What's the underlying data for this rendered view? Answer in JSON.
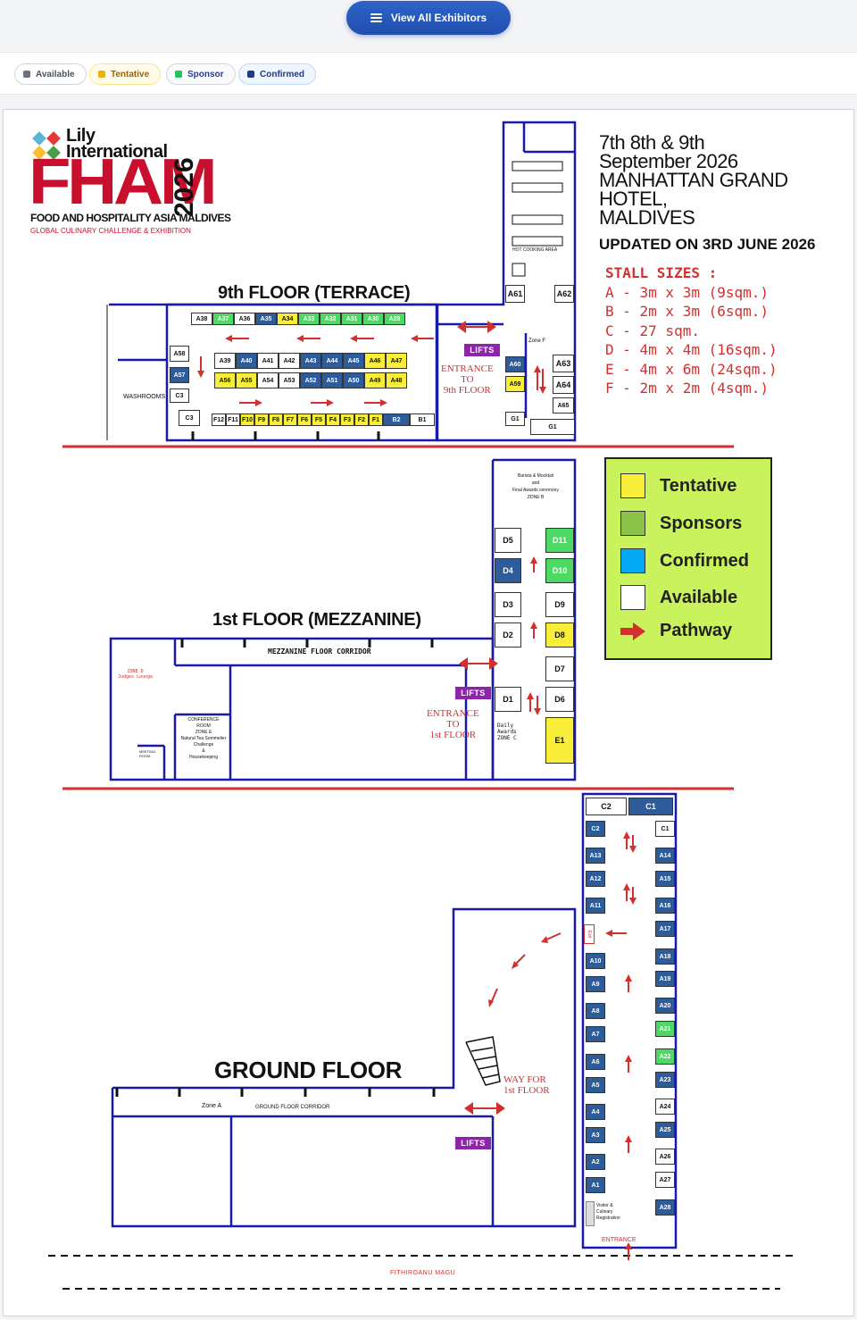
{
  "toolbar": {
    "view_all_label": "View All Exhibitors"
  },
  "legend_filters": [
    {
      "label": "Available",
      "color": "#6b7280"
    },
    {
      "label": "Tentative",
      "color": "#eab308"
    },
    {
      "label": "Sponsor",
      "color": "#22c55e"
    },
    {
      "label": "Confirmed",
      "color": "#1e3a8a"
    }
  ],
  "logo": {
    "brand": "Lily\nInternational",
    "name": "FHAM",
    "year": "2026",
    "subtitle": "FOOD AND HOSPITALITY ASIA MALDIVES",
    "tagline": "GLOBAL CULINARY CHALLENGE & EXHIBITION"
  },
  "event": {
    "dates": "7th 8th & 9th",
    "month": "September 2026",
    "venue_line1": "MANHATTAN GRAND HOTEL,",
    "venue_line2": "MALDIVES",
    "updated": "UPDATED ON 3RD JUNE 2026"
  },
  "stall_sizes": {
    "heading": "STALL SIZES :",
    "items": [
      "A - 3m x 3m (9sqm.)",
      "B - 2m x 3m (6sqm.)",
      "C - 27 sqm.",
      "D - 4m x 4m (16sqm.)",
      "E - 4m x 6m (24sqm.)",
      "F - 2m x 2m (4sqm.)"
    ]
  },
  "key": [
    {
      "label": "Tentative",
      "color": "#f8ee3a"
    },
    {
      "label": "Sponsors",
      "color": "#8bc34a"
    },
    {
      "label": "Confirmed",
      "color": "#03a9f4"
    },
    {
      "label": "Available",
      "color": "#ffffff"
    },
    {
      "label": "Pathway",
      "color": "#d32f2f"
    }
  ],
  "floors": {
    "terrace": "9th FLOOR (TERRACE)",
    "mezzanine": "1st FLOOR (MEZZANINE)",
    "ground": "GROUND FLOOR"
  },
  "labels": {
    "lifts": "LIFTS",
    "entrance_9": "ENTRANCE\nTO\n9th FLOOR",
    "entrance_1": "ENTRANCE\nTO\n1st FLOOR",
    "way_for": "WAY FOR\n1st FLOOR",
    "washrooms": "WASHROOMS",
    "hot_cooking": "HOT COOKING AREA",
    "zone_f": "Zone F",
    "zone_b": "Barista & Mocktail\nand\nFinal Awards ceremony\nZONE B",
    "mezz_corridor": "MEZZANINE FLOOR CORRIDOR",
    "zone_d": "ZONE D\nJudges Lounge",
    "conference": "CONFERENCE\nROOM\nZONE E\nNatural Tea Sommelier\nChallenge\n&\nHousekeeping",
    "meeting": "MEETING\nROOM",
    "daily_awards": "Daily\nAwards\nZONE C",
    "zone_a": "Zone A",
    "ground_corridor": "GROUND FLOOR CORRIDOR",
    "exit": "Exit",
    "visitor": "Visitor &\nCulinary\nRegistration",
    "entrance": "ENTRANCE",
    "street": "FITHIROANU MAGU"
  },
  "stalls": [
    {
      "id": "A38",
      "s": "available"
    },
    {
      "id": "A37",
      "s": "sponsor"
    },
    {
      "id": "A36",
      "s": "available"
    },
    {
      "id": "A35",
      "s": "confirmed"
    },
    {
      "id": "A34",
      "s": "tentative"
    },
    {
      "id": "A33",
      "s": "sponsor"
    },
    {
      "id": "A32",
      "s": "sponsor"
    },
    {
      "id": "A31",
      "s": "sponsor"
    },
    {
      "id": "A30",
      "s": "sponsor"
    },
    {
      "id": "A29",
      "s": "sponsor"
    },
    {
      "id": "A39",
      "s": "available"
    },
    {
      "id": "A40",
      "s": "confirmed"
    },
    {
      "id": "A41",
      "s": "available"
    },
    {
      "id": "A42",
      "s": "available"
    },
    {
      "id": "A43",
      "s": "confirmed"
    },
    {
      "id": "A44",
      "s": "confirmed"
    },
    {
      "id": "A45",
      "s": "confirmed"
    },
    {
      "id": "A46",
      "s": "tentative"
    },
    {
      "id": "A47",
      "s": "tentative"
    },
    {
      "id": "A56",
      "s": "tentative"
    },
    {
      "id": "A55",
      "s": "tentative"
    },
    {
      "id": "A54",
      "s": "available"
    },
    {
      "id": "A53",
      "s": "available"
    },
    {
      "id": "A52",
      "s": "confirmed"
    },
    {
      "id": "A51",
      "s": "confirmed"
    },
    {
      "id": "A50",
      "s": "confirmed"
    },
    {
      "id": "A49",
      "s": "tentative"
    },
    {
      "id": "A48",
      "s": "tentative"
    },
    {
      "id": "A58",
      "s": "available"
    },
    {
      "id": "A57",
      "s": "confirmed"
    },
    {
      "id": "C3",
      "s": "available"
    },
    {
      "id": "C3 ",
      "s": "available"
    },
    {
      "id": "F12",
      "s": "available"
    },
    {
      "id": "F11",
      "s": "available"
    },
    {
      "id": "F10",
      "s": "tentative"
    },
    {
      "id": "F9",
      "s": "tentative"
    },
    {
      "id": "F8",
      "s": "tentative"
    },
    {
      "id": "F7",
      "s": "tentative"
    },
    {
      "id": "F6",
      "s": "tentative"
    },
    {
      "id": "F5",
      "s": "tentative"
    },
    {
      "id": "F4",
      "s": "tentative"
    },
    {
      "id": "F3",
      "s": "tentative"
    },
    {
      "id": "F2",
      "s": "tentative"
    },
    {
      "id": "F1",
      "s": "tentative"
    },
    {
      "id": "B2",
      "s": "confirmed"
    },
    {
      "id": "B1",
      "s": "available"
    },
    {
      "id": "A61",
      "s": "available"
    },
    {
      "id": "A62",
      "s": "available"
    },
    {
      "id": "A60",
      "s": "confirmed"
    },
    {
      "id": "A59",
      "s": "tentative"
    },
    {
      "id": "A63",
      "s": "available"
    },
    {
      "id": "A64",
      "s": "available"
    },
    {
      "id": "A65",
      "s": "available"
    },
    {
      "id": "G1",
      "s": "available"
    },
    {
      "id": "G1 ",
      "s": "available"
    },
    {
      "id": "D5",
      "s": "available"
    },
    {
      "id": "D11",
      "s": "sponsor"
    },
    {
      "id": "D4",
      "s": "confirmed"
    },
    {
      "id": "D10",
      "s": "sponsor"
    },
    {
      "id": "D3",
      "s": "available"
    },
    {
      "id": "D9",
      "s": "available"
    },
    {
      "id": "D2",
      "s": "available"
    },
    {
      "id": "D8",
      "s": "tentative"
    },
    {
      "id": "D7",
      "s": "available"
    },
    {
      "id": "D1",
      "s": "available"
    },
    {
      "id": "D6",
      "s": "available"
    },
    {
      "id": "E1",
      "s": "tentative"
    },
    {
      "id": "C2",
      "s": "available"
    },
    {
      "id": "C1",
      "s": "confirmed"
    },
    {
      "id": "C2 ",
      "s": "confirmed"
    },
    {
      "id": "C1 ",
      "s": "available"
    },
    {
      "id": "A13",
      "s": "confirmed"
    },
    {
      "id": "A12",
      "s": "confirmed"
    },
    {
      "id": "A11",
      "s": "confirmed"
    },
    {
      "id": "A10",
      "s": "confirmed"
    },
    {
      "id": "A9",
      "s": "confirmed"
    },
    {
      "id": "A8",
      "s": "confirmed"
    },
    {
      "id": "A7",
      "s": "confirmed"
    },
    {
      "id": "A6",
      "s": "confirmed"
    },
    {
      "id": "A5",
      "s": "confirmed"
    },
    {
      "id": "A4",
      "s": "confirmed"
    },
    {
      "id": "A3",
      "s": "confirmed"
    },
    {
      "id": "A2",
      "s": "confirmed"
    },
    {
      "id": "A1",
      "s": "confirmed"
    },
    {
      "id": "A14",
      "s": "confirmed"
    },
    {
      "id": "A15",
      "s": "confirmed"
    },
    {
      "id": "A16",
      "s": "confirmed"
    },
    {
      "id": "A17",
      "s": "confirmed"
    },
    {
      "id": "A18",
      "s": "confirmed"
    },
    {
      "id": "A19",
      "s": "confirmed"
    },
    {
      "id": "A20",
      "s": "confirmed"
    },
    {
      "id": "A21",
      "s": "sponsor"
    },
    {
      "id": "A22",
      "s": "sponsor"
    },
    {
      "id": "A23",
      "s": "confirmed"
    },
    {
      "id": "A24",
      "s": "available"
    },
    {
      "id": "A25",
      "s": "confirmed"
    },
    {
      "id": "A26",
      "s": "available"
    },
    {
      "id": "A27",
      "s": "available"
    },
    {
      "id": "A28",
      "s": "confirmed"
    }
  ]
}
